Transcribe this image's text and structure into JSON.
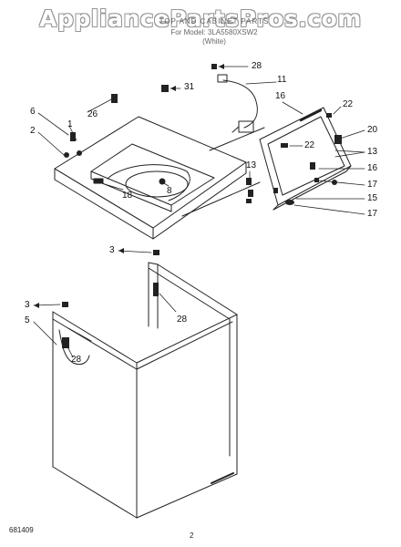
{
  "watermark": "AppliancePartsPros.com",
  "header": {
    "title": "TOP AND CABINET PARTS",
    "model_line": "For Model: 3LA5580XSW2",
    "color_line": "(White)"
  },
  "part_numbers": [
    "28",
    "31",
    "11",
    "16",
    "22",
    "6",
    "1",
    "26",
    "2",
    "20",
    "22",
    "13",
    "13",
    "16",
    "17",
    "18",
    "8",
    "15",
    "17",
    "3",
    "3",
    "28",
    "5",
    "28"
  ],
  "footer": {
    "doc_number": "681409",
    "page": "2"
  }
}
